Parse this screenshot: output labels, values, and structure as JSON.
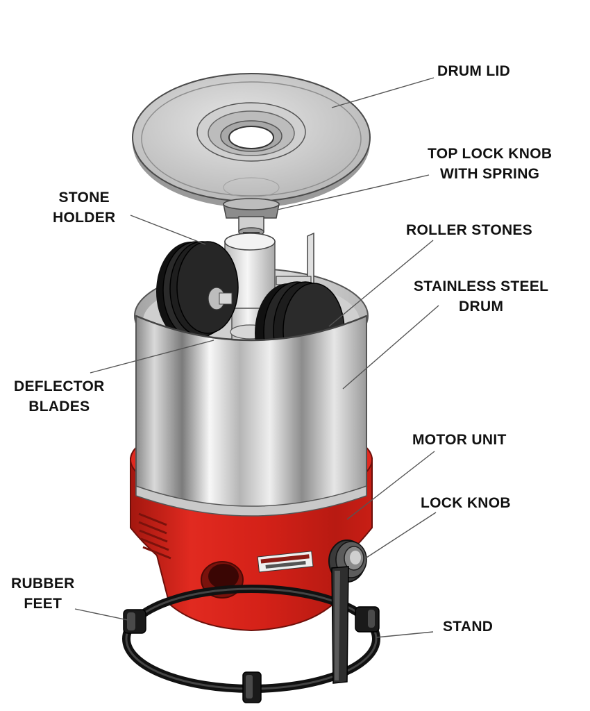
{
  "labels": {
    "drum_lid": {
      "lines": [
        "DRUM LID"
      ]
    },
    "top_lock_knob": {
      "lines": [
        "TOP LOCK KNOB",
        "WITH SPRING"
      ]
    },
    "stone_holder": {
      "lines": [
        "STONE",
        "HOLDER"
      ]
    },
    "roller_stones": {
      "lines": [
        "ROLLER STONES"
      ]
    },
    "stainless_steel_drum": {
      "lines": [
        "STAINLESS STEEL",
        "DRUM"
      ]
    },
    "deflector_blades": {
      "lines": [
        "DEFLECTOR",
        "BLADES"
      ]
    },
    "motor_unit": {
      "lines": [
        "MOTOR UNIT"
      ]
    },
    "lock_knob": {
      "lines": [
        "LOCK KNOB"
      ]
    },
    "rubber_feet": {
      "lines": [
        "RUBBER",
        "FEET"
      ]
    },
    "stand": {
      "lines": [
        "STAND"
      ]
    }
  },
  "colors": {
    "motor_red": "#d8231c",
    "motor_dark": "#8e1410",
    "steel_light": "#f4f4f4",
    "steel_dark": "#7d7d7d",
    "stone_black": "#1c1c1c",
    "leader_line": "#555555",
    "lid_grey": "#c9c9c9"
  }
}
